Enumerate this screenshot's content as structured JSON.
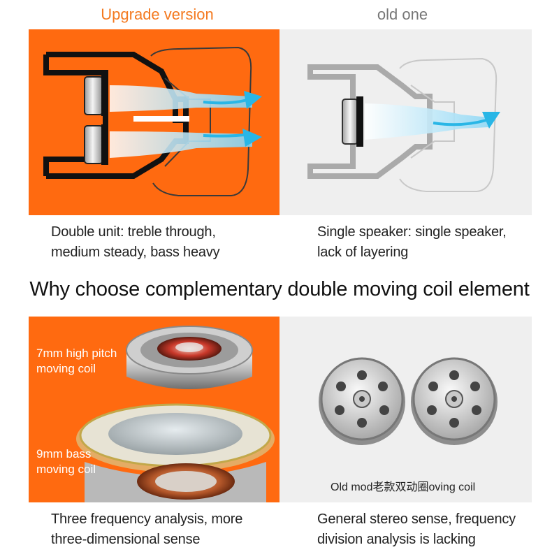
{
  "header": {
    "upgrade_title": "Upgrade version",
    "old_title": "old one"
  },
  "top_captions": {
    "left_line1": "Double unit: treble through,",
    "left_line2": "medium steady, bass heavy",
    "right_line1": "Single speaker: single speaker,",
    "right_line2": "lack of layering"
  },
  "section_heading": "Why choose complementary double moving coil element",
  "bottom_left": {
    "coil_top_line1": "7mm high pitch",
    "coil_top_line2": "moving coil",
    "coil_bottom_line1": "9mm bass",
    "coil_bottom_line2": "moving coil"
  },
  "bottom_right": {
    "old_label": "Old mod老款双动圈oving coil"
  },
  "bottom_captions": {
    "left_line1": "Three frequency analysis, more",
    "left_line2": "three-dimensional sense",
    "right_line1": "General stereo sense, frequency",
    "right_line2": "division analysis is lacking"
  },
  "colors": {
    "accent_orange": "#ff6a10",
    "panel_grey": "#efefef",
    "arrow_blue": "#29b6e6"
  }
}
